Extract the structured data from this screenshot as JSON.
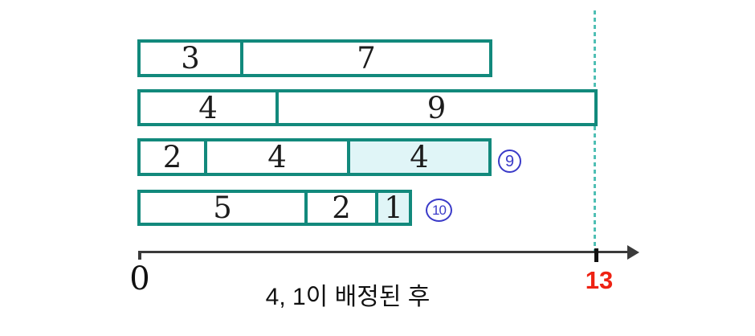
{
  "figure": {
    "caption": "4, 1이 배정된 후",
    "colors": {
      "teal": "#12897C",
      "shade": "#E0F5F7",
      "blue": "#3A3AC8",
      "red": "#EE2213",
      "dash": "#4FBFB4",
      "axis": "#3A3A3A"
    },
    "axis": {
      "origin_label": "0",
      "limit_label": "13"
    },
    "rows": [
      {
        "segments": [
          {
            "value": "3"
          },
          {
            "value": "7"
          }
        ]
      },
      {
        "segments": [
          {
            "value": "4"
          },
          {
            "value": "9"
          }
        ]
      },
      {
        "segments": [
          {
            "value": "2"
          },
          {
            "value": "4"
          },
          {
            "value": "4"
          }
        ],
        "badge": "9"
      },
      {
        "segments": [
          {
            "value": "5"
          },
          {
            "value": "2"
          },
          {
            "value": "1"
          }
        ],
        "badge": "10"
      }
    ]
  },
  "chart_data": {
    "type": "bar",
    "orientation": "horizontal-stacked",
    "caption": "4, 1이 배정된 후",
    "x_axis": {
      "min": 0,
      "max": 13,
      "tick_labels": [
        "0",
        "13"
      ]
    },
    "reference_line_x": 13,
    "series": [
      {
        "name": "row-1",
        "values": [
          3,
          7
        ],
        "total": 10
      },
      {
        "name": "row-2",
        "values": [
          4,
          9
        ],
        "total": 13
      },
      {
        "name": "row-3",
        "values": [
          2,
          4,
          4
        ],
        "total": 10,
        "highlighted_segment_value": 4,
        "badge_label": "9"
      },
      {
        "name": "row-4",
        "values": [
          5,
          2,
          1
        ],
        "total": 8,
        "highlighted_segment_value": 1,
        "badge_label": "10"
      }
    ],
    "legend": "off",
    "grid": "off"
  }
}
